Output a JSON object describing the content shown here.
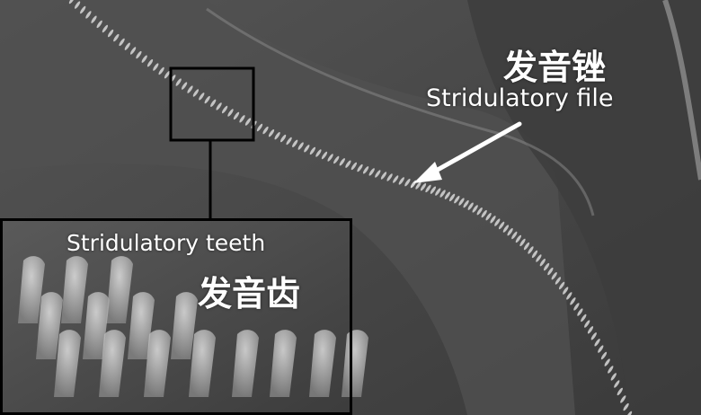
{
  "labels": {
    "file_zh": "发音锉",
    "file_en": "Stridulatory file",
    "teeth_en": "Stridulatory teeth",
    "teeth_zh": "发音齿"
  },
  "colors": {
    "label_text": "#ffffff",
    "frame": "#000000",
    "arrow": "#ffffff"
  }
}
